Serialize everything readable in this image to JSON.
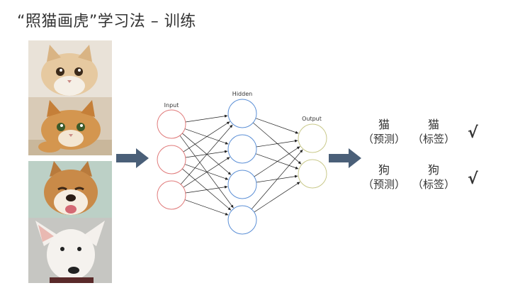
{
  "title": "“照猫画虎”学习法 – 训练",
  "images": [
    {
      "subject": "cat",
      "icon": "cat-photo"
    },
    {
      "subject": "cat",
      "icon": "cat-photo"
    },
    {
      "subject": "dog",
      "icon": "shiba-dog-photo"
    },
    {
      "subject": "dog",
      "icon": "bull-terrier-photo"
    }
  ],
  "network": {
    "input_label": "Input",
    "hidden_label": "Hidden",
    "output_label": "Output",
    "input_count": 3,
    "hidden_count": 4,
    "output_count": 2,
    "colors": {
      "input": "#e07a7a",
      "hidden": "#5b8fd6",
      "output": "#c9c98a",
      "edge": "#222222"
    }
  },
  "results": [
    {
      "prediction": "猫",
      "prediction_note": "（预测）",
      "label": "猫",
      "label_note": "（标签）",
      "mark": "√"
    },
    {
      "prediction": "狗",
      "prediction_note": "（预测）",
      "label": "狗",
      "label_note": "（标签）",
      "mark": "√"
    }
  ],
  "colors": {
    "arrow": "#4a5f78"
  }
}
